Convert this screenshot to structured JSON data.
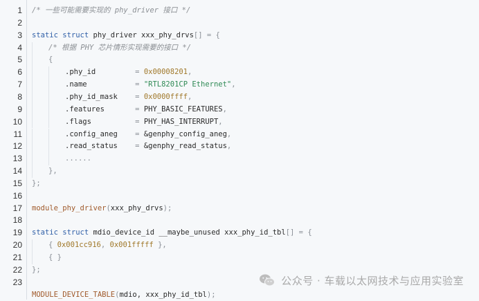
{
  "code": {
    "lines": [
      {
        "n": "1",
        "indent": 0,
        "tokens": [
          {
            "t": "cm",
            "v": "/* 一些可能需要实现的 phy_driver 接口 */"
          }
        ]
      },
      {
        "n": "2",
        "indent": 0,
        "tokens": []
      },
      {
        "n": "3",
        "indent": 0,
        "tokens": [
          {
            "t": "kw",
            "v": "static"
          },
          {
            "t": "pl",
            "v": " "
          },
          {
            "t": "kw",
            "v": "struct"
          },
          {
            "t": "pl",
            "v": " phy_driver xxx_phy_drvs"
          },
          {
            "t": "pn",
            "v": "[]"
          },
          {
            "t": "pl",
            "v": " "
          },
          {
            "t": "pn",
            "v": "= {"
          }
        ]
      },
      {
        "n": "4",
        "indent": 1,
        "tokens": [
          {
            "t": "cm",
            "v": "/* 根据 PHY 芯片情形实现需要的接口 */"
          }
        ]
      },
      {
        "n": "5",
        "indent": 1,
        "tokens": [
          {
            "t": "pn",
            "v": "{"
          }
        ]
      },
      {
        "n": "6",
        "indent": 2,
        "tokens": [
          {
            "t": "pl",
            "v": ".phy_id         "
          },
          {
            "t": "pn",
            "v": "= "
          },
          {
            "t": "num",
            "v": "0x00008201"
          },
          {
            "t": "pn",
            "v": ","
          }
        ]
      },
      {
        "n": "7",
        "indent": 2,
        "tokens": [
          {
            "t": "pl",
            "v": ".name           "
          },
          {
            "t": "pn",
            "v": "= "
          },
          {
            "t": "str",
            "v": "\"RTL8201CP Ethernet\""
          },
          {
            "t": "pn",
            "v": ","
          }
        ]
      },
      {
        "n": "8",
        "indent": 2,
        "tokens": [
          {
            "t": "pl",
            "v": ".phy_id_mask    "
          },
          {
            "t": "pn",
            "v": "= "
          },
          {
            "t": "num",
            "v": "0x0000ffff"
          },
          {
            "t": "pn",
            "v": ","
          }
        ]
      },
      {
        "n": "9",
        "indent": 2,
        "tokens": [
          {
            "t": "pl",
            "v": ".features       "
          },
          {
            "t": "pn",
            "v": "= "
          },
          {
            "t": "pl",
            "v": "PHY_BASIC_FEATURES"
          },
          {
            "t": "pn",
            "v": ","
          }
        ]
      },
      {
        "n": "10",
        "indent": 2,
        "tokens": [
          {
            "t": "pl",
            "v": ".flags          "
          },
          {
            "t": "pn",
            "v": "= "
          },
          {
            "t": "pl",
            "v": "PHY_HAS_INTERRUPT"
          },
          {
            "t": "pn",
            "v": ","
          }
        ]
      },
      {
        "n": "11",
        "indent": 2,
        "tokens": [
          {
            "t": "pl",
            "v": ".config_aneg    "
          },
          {
            "t": "pn",
            "v": "= "
          },
          {
            "t": "pl",
            "v": "&genphy_config_aneg"
          },
          {
            "t": "pn",
            "v": ","
          }
        ]
      },
      {
        "n": "12",
        "indent": 2,
        "tokens": [
          {
            "t": "pl",
            "v": ".read_status    "
          },
          {
            "t": "pn",
            "v": "= "
          },
          {
            "t": "pl",
            "v": "&genphy_read_status"
          },
          {
            "t": "pn",
            "v": ","
          }
        ]
      },
      {
        "n": "13",
        "indent": 2,
        "tokens": [
          {
            "t": "pn",
            "v": "......"
          }
        ]
      },
      {
        "n": "14",
        "indent": 1,
        "tokens": [
          {
            "t": "pn",
            "v": "},"
          }
        ]
      },
      {
        "n": "15",
        "indent": 0,
        "tokens": [
          {
            "t": "pn",
            "v": "};"
          }
        ]
      },
      {
        "n": "16",
        "indent": 0,
        "tokens": []
      },
      {
        "n": "17",
        "indent": 0,
        "tokens": [
          {
            "t": "fn",
            "v": "module_phy_driver"
          },
          {
            "t": "pn",
            "v": "("
          },
          {
            "t": "pl",
            "v": "xxx_phy_drvs"
          },
          {
            "t": "pn",
            "v": ");"
          }
        ]
      },
      {
        "n": "18",
        "indent": 0,
        "tokens": []
      },
      {
        "n": "19",
        "indent": 0,
        "tokens": [
          {
            "t": "kw",
            "v": "static"
          },
          {
            "t": "pl",
            "v": " "
          },
          {
            "t": "kw",
            "v": "struct"
          },
          {
            "t": "pl",
            "v": " mdio_device_id __maybe_unused xxx_phy_id_tbl"
          },
          {
            "t": "pn",
            "v": "[]"
          },
          {
            "t": "pl",
            "v": " "
          },
          {
            "t": "pn",
            "v": "= {"
          }
        ]
      },
      {
        "n": "20",
        "indent": 1,
        "tokens": [
          {
            "t": "pn",
            "v": "{ "
          },
          {
            "t": "num",
            "v": "0x001cc916"
          },
          {
            "t": "pn",
            "v": ", "
          },
          {
            "t": "num",
            "v": "0x001fffff"
          },
          {
            "t": "pn",
            "v": " },"
          }
        ]
      },
      {
        "n": "21",
        "indent": 1,
        "tokens": [
          {
            "t": "pn",
            "v": "{ }"
          }
        ]
      },
      {
        "n": "22",
        "indent": 0,
        "tokens": [
          {
            "t": "pn",
            "v": "};"
          }
        ]
      },
      {
        "n": "23",
        "indent": 0,
        "tokens": []
      },
      {
        "n": "",
        "indent": 0,
        "tokens": [
          {
            "t": "fn",
            "v": "MODULE_DEVICE_TABLE"
          },
          {
            "t": "pn",
            "v": "("
          },
          {
            "t": "pl",
            "v": "mdio, xxx_phy_id_tbl"
          },
          {
            "t": "pn",
            "v": ");"
          }
        ]
      }
    ],
    "colors": {
      "keyword": "#2f5fa7",
      "comment": "#8b8f94",
      "string": "#2f8a55",
      "number": "#a0782a",
      "function": "#a05a2b",
      "background": "#f6f8fa"
    }
  },
  "watermark": {
    "icon": "wechat-icon",
    "text": "公众号 · 车载以太网技术与应用实验室"
  }
}
